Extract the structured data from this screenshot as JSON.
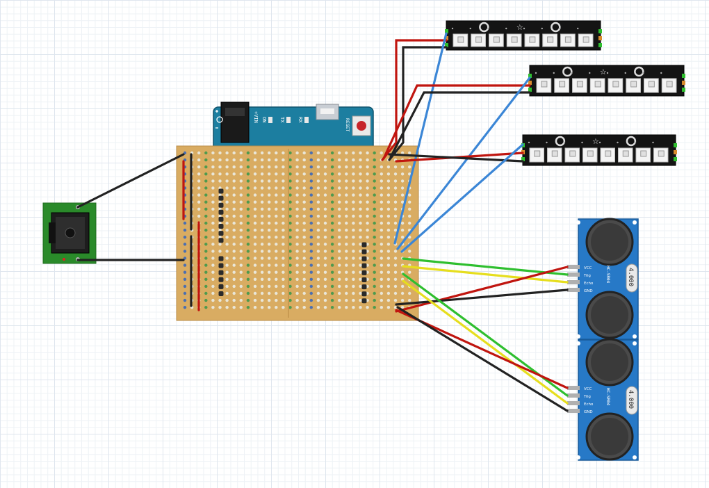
{
  "microcontroller": {
    "labels": [
      "+VIN",
      "ON",
      "TX",
      "RX",
      "RESET"
    ],
    "colors": {
      "board": "#1c7ea0"
    }
  },
  "perfboard": {
    "colors": {
      "board": "#d9ac62"
    }
  },
  "audio_jack": {
    "colors": {
      "board": "#2a8a2a"
    }
  },
  "led_strips": [
    {
      "pixels": 8
    },
    {
      "pixels": 8
    },
    {
      "pixels": 8
    }
  ],
  "ultrasonic_sensors": [
    {
      "model": "HC-SR04",
      "value": "4.000",
      "pins": [
        "VCC",
        "Trig",
        "Echo",
        "GND"
      ]
    },
    {
      "model": "HC-SR04",
      "value": "4.000",
      "pins": [
        "VCC",
        "Trig",
        "Echo",
        "GND"
      ]
    }
  ],
  "wire_colors": {
    "power": "#c0150f",
    "ground": "#222222",
    "data": "#3b86d6",
    "trig": "#2fbf2f",
    "echo": "#e6de1e"
  }
}
